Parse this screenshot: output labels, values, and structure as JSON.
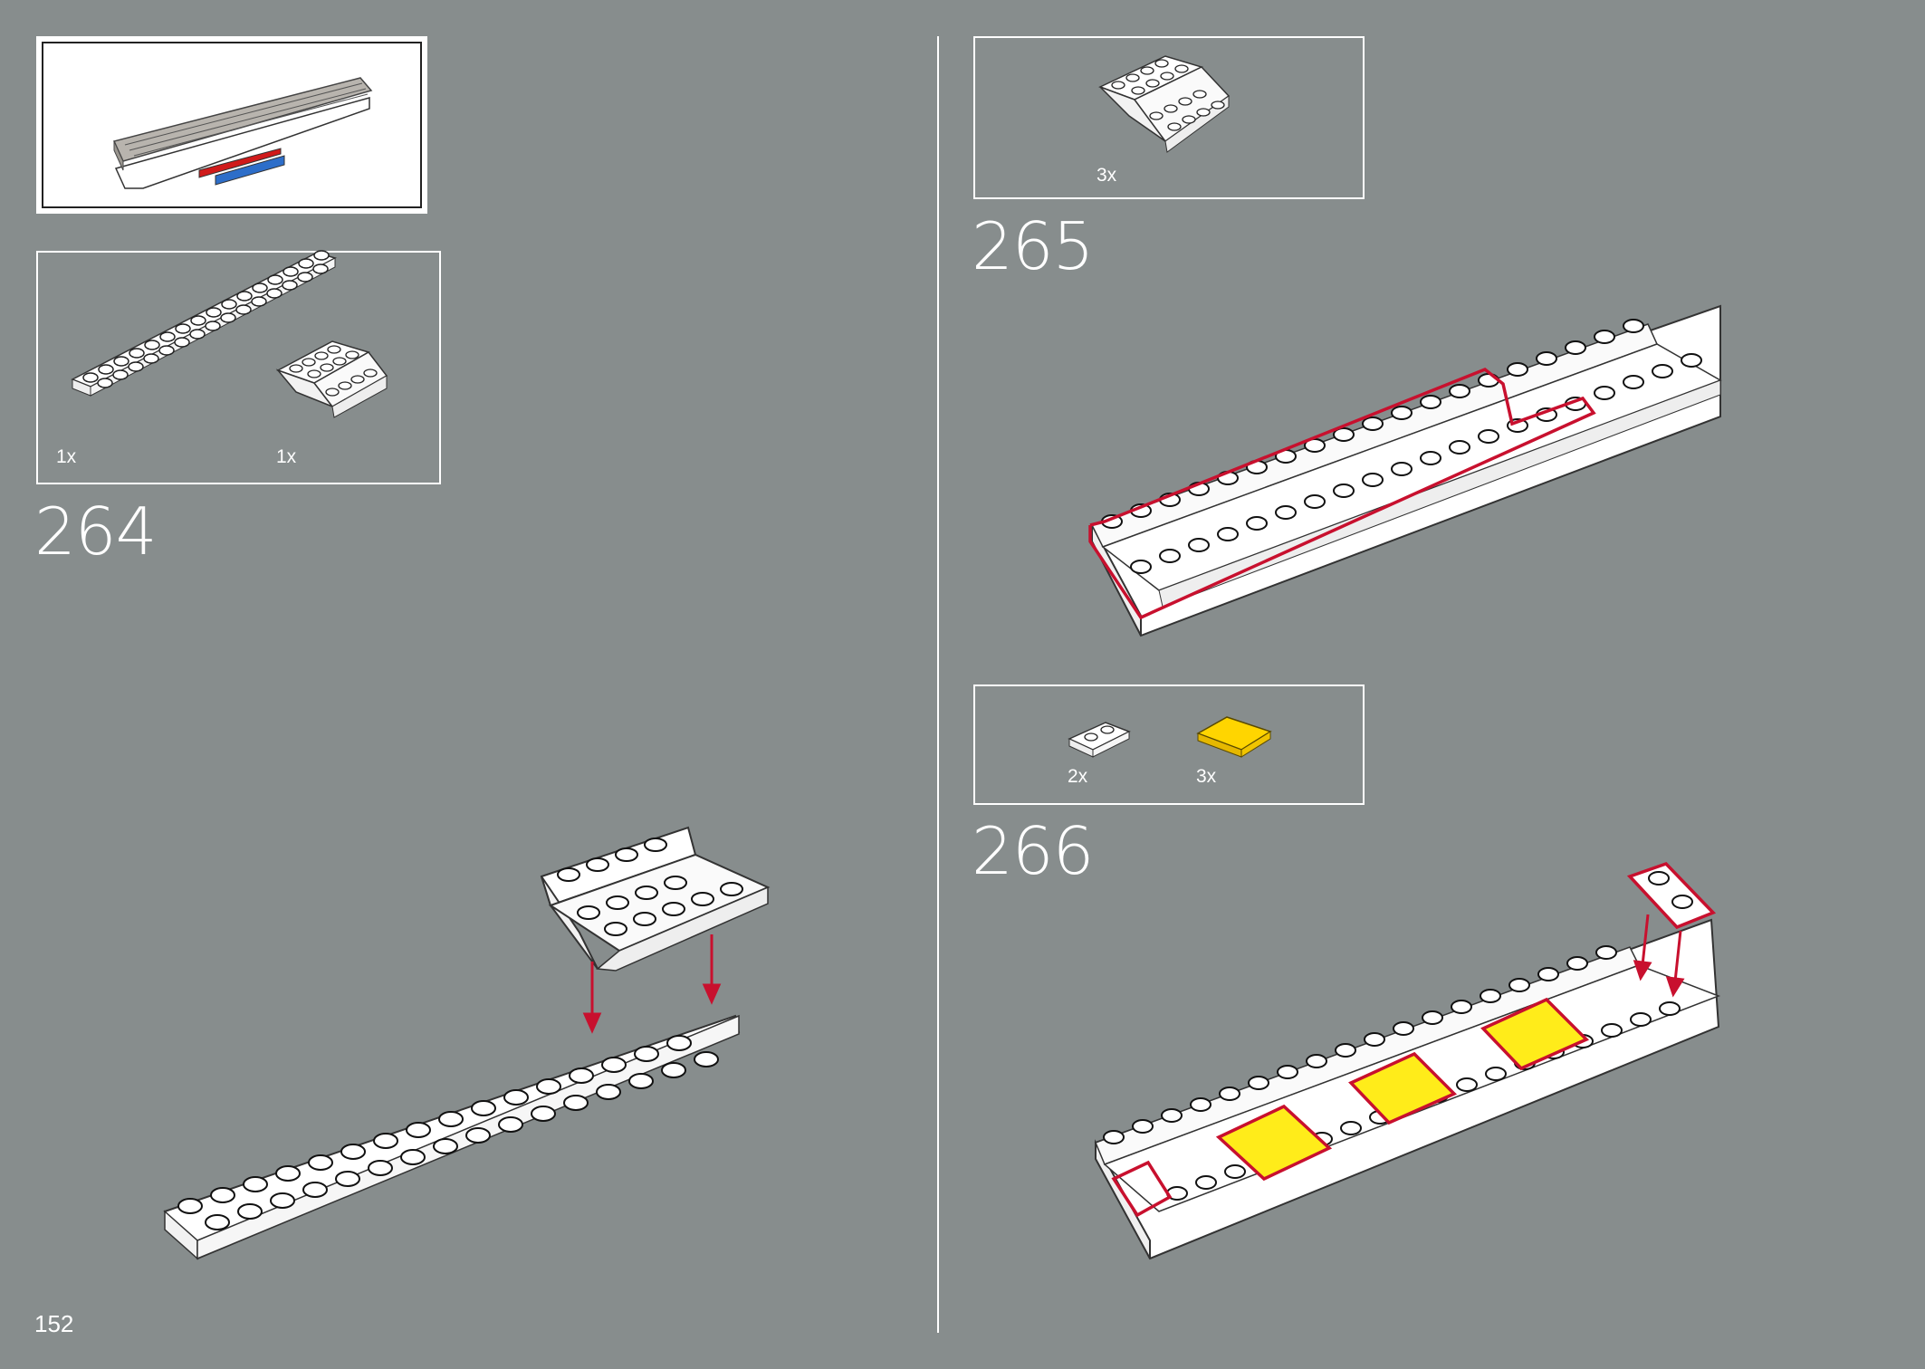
{
  "page": {
    "number": "152"
  },
  "overview": {
    "label": "finished sub-assembly preview"
  },
  "steps": [
    {
      "number": "264",
      "parts": [
        {
          "qty": "1x",
          "part": "plate 2x16 white"
        },
        {
          "qty": "1x",
          "part": "inverted slope double 2x4 white"
        }
      ]
    },
    {
      "number": "265",
      "parts": [
        {
          "qty": "3x",
          "part": "inverted slope double 2x4 white"
        }
      ]
    },
    {
      "number": "266",
      "parts": [
        {
          "qty": "2x",
          "part": "plate 1x2 white"
        },
        {
          "qty": "3x",
          "part": "tile 2x2 yellow"
        }
      ]
    }
  ],
  "colors": {
    "background": "#878d8d",
    "brick": "#ffffff",
    "callout": "#c8102e",
    "highlight": "#ffd500",
    "arrow": "#c8102e"
  }
}
